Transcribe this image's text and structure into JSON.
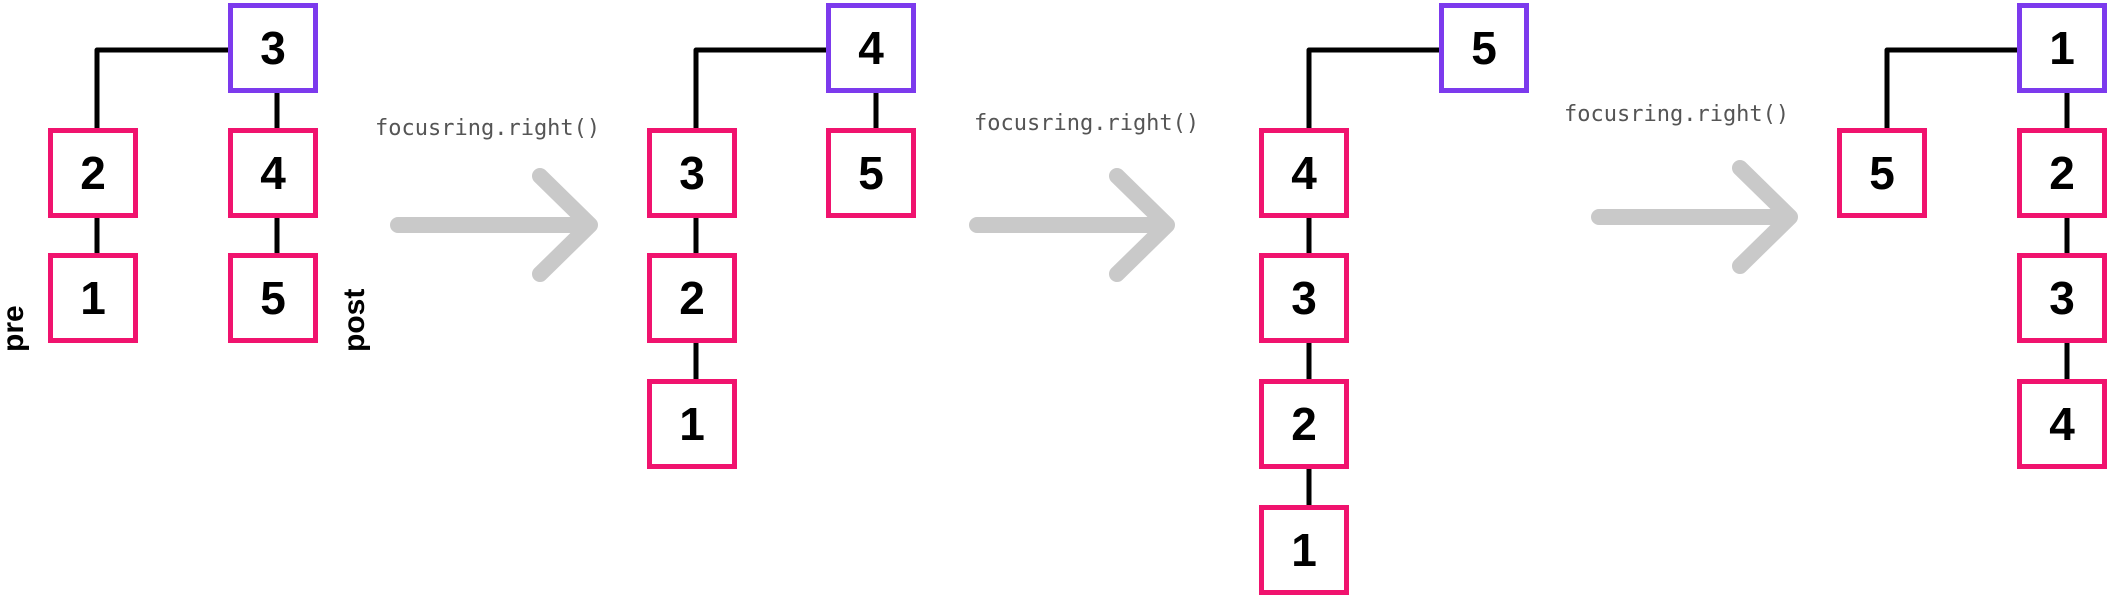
{
  "labels": {
    "pre": "pre",
    "post": "post"
  },
  "operation": "focusring.right()",
  "steps": [
    {
      "pre": [
        "2",
        "1"
      ],
      "focus": "3",
      "post": [
        "4",
        "5"
      ]
    },
    {
      "pre": [
        "3",
        "2",
        "1"
      ],
      "focus": "4",
      "post": [
        "5"
      ]
    },
    {
      "pre": [
        "4",
        "3",
        "2",
        "1"
      ],
      "focus": "5",
      "post": []
    },
    {
      "pre": [
        "5"
      ],
      "focus": "1",
      "post": [
        "2",
        "3",
        "4"
      ]
    }
  ],
  "colors": {
    "focus": "#7c3aed",
    "node": "#f0136e",
    "arrow": "#c9c9c9",
    "line": "#000000"
  }
}
